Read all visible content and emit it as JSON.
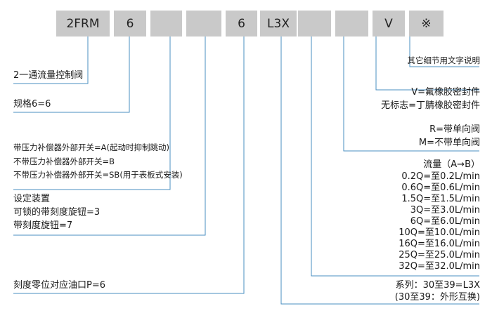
{
  "code_boxes": [
    "2FRM",
    "6",
    "",
    "",
    "6",
    "L3X",
    "",
    "",
    "V",
    "※"
  ],
  "accent_line_color": "#4a8fc2",
  "box_color": "#c9c9c9",
  "left_labels": {
    "type": "2一通流量控制阀",
    "size": "规格6=6",
    "comp": [
      "带压力补偿器外部开关=A(起动时抑制跳动)",
      "不带压力补偿器外部开关=B",
      "不带压力补偿器外部开关=SB(用于表板式安装)"
    ],
    "setting": [
      "设定装置",
      "可锁的带刻度旋钮=3",
      "带刻度旋钮=7"
    ],
    "zero": "刻度零位对应油口P=6"
  },
  "right_labels": {
    "other": "其它细节用文字说明",
    "seal": [
      "V=氟橡胶密封件",
      "无标志=丁腈橡胶密封件"
    ],
    "check": [
      "R=带单向阀",
      "M=不带单向阀"
    ],
    "flow_title": "流量（A→B）",
    "flow": [
      "0.2Q=至0.2L/min",
      "0.6Q=至0.6L/min",
      "1.5Q=至1.5L/min",
      "3Q=至3.0L/min",
      "6Q=至6.0L/min",
      "10Q=至10.0L/min",
      "16Q=至16.0L/min",
      "25Q=至25.0L/min",
      "32Q=至32.0L/min"
    ],
    "series": [
      "系列：30至39=L3X",
      "(30至39：外形互换)"
    ]
  }
}
